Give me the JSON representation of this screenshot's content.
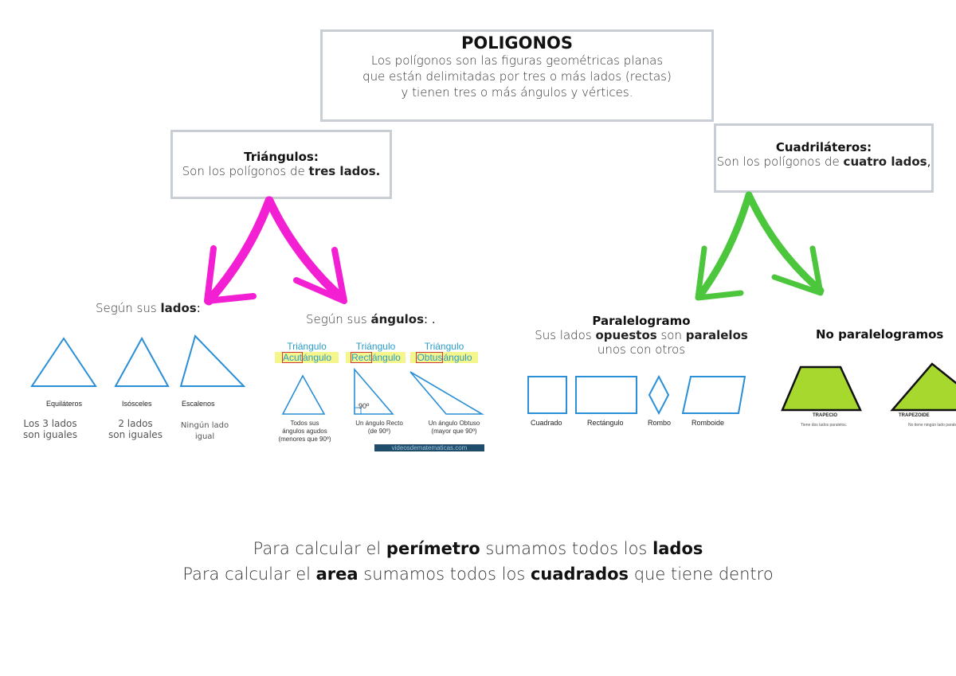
{
  "main": {
    "title": "POLIGONOS",
    "lines": [
      "Los polígonos son las figuras geométricas planas",
      "que están delimitadas por tres o más lados (rectas)",
      "y tienen tres o más ángulos y vértices."
    ]
  },
  "triangles": {
    "title": "Triángulos:",
    "def_prefix": "Son los polígonos de ",
    "def_bold": "tres lados."
  },
  "quads": {
    "title": "Cuadriláteros:",
    "def_prefix": "Son los polígonos de ",
    "def_bold": "cuatro lados",
    "def_suffix": ","
  },
  "sides_section": {
    "prefix": "Según sus ",
    "bold": "lados",
    "suffix": ":",
    "items": [
      {
        "name": "Equiláteros",
        "note1": "Los 3 lados",
        "note2": "son iguales"
      },
      {
        "name": "Isósceles",
        "note1": "2 lados",
        "note2": "son iguales"
      },
      {
        "name": "Escalenos",
        "note1": "Ningún lado",
        "note2": "igual"
      }
    ]
  },
  "angles_section": {
    "prefix": "Según sus ",
    "bold": "ángulos",
    "suffix": ": .",
    "items": [
      {
        "title": "Triángulo",
        "boxed": "Acut",
        "rest": "ángulo",
        "cap1": "Todos sus",
        "cap2": "ángulos agudos",
        "cap3": "(menores que 90º)"
      },
      {
        "title": "Triángulo",
        "boxed": "Rect",
        "rest": "ángulo",
        "cap1": "Un ángulo Recto",
        "cap2": "(de 90º)",
        "cap3": ""
      },
      {
        "title": "Triángulo",
        "boxed": "Obtus",
        "rest": "ángulo",
        "cap1": "Un ángulo Obtuso",
        "cap2": "(mayor que 90º)",
        "cap3": ""
      }
    ],
    "right_angle_label": "90º",
    "watermark": "videosdematematicas.com"
  },
  "parallelogram": {
    "title": "Paralelogramo",
    "line1_a": "Sus lados ",
    "line1_b": "opuestos",
    "line1_c": " son ",
    "line1_d": "paralelos",
    "line2": "unos con otros",
    "shapes": [
      "Cuadrado",
      "Rectángulo",
      "Rombo",
      "Romboide"
    ]
  },
  "non_parallelogram": {
    "title": "No paralelogramos",
    "shapes": [
      {
        "name": "TRAPECIO",
        "desc": "Tiene dos lados paralelos."
      },
      {
        "name": "TRAPEZOIDE",
        "desc": "No tiene ningún lado paralelo"
      }
    ]
  },
  "formulas": {
    "perimeter": {
      "a": "Para calcular el ",
      "b": "perímetro",
      "c": " sumamos todos los ",
      "d": "lados"
    },
    "area": {
      "a": "Para calcular el ",
      "b": "area",
      "c": " sumamos todos los ",
      "d": "cuadrados",
      "e": " que tiene dentro"
    }
  },
  "colors": {
    "box_border": "#c9ced4",
    "magenta_arrow": "#f21fd3",
    "green_arrow": "#4cc63c",
    "triangle_stroke": "#2a8fd6",
    "lime_fill": "#a6d82e"
  }
}
